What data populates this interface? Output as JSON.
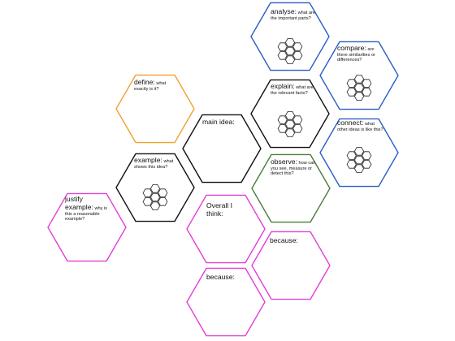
{
  "colors": {
    "blue": "#2b5ec5",
    "orange": "#f0a22e",
    "black": "#111111",
    "green": "#4a7d3a",
    "magenta": "#e43fd6"
  },
  "hexagons": [
    {
      "id": "analyse",
      "color": "blue",
      "icon": "honeycomb-icon",
      "title": "analyse:",
      "prompt": "what are the important parts?"
    },
    {
      "id": "compare",
      "color": "blue",
      "icon": "honeycomb-icon",
      "title": "compare:",
      "prompt": "are there similarities or differences?"
    },
    {
      "id": "explain",
      "color": "black",
      "icon": "honeycomb-icon",
      "title": "explain:",
      "prompt": "what are the relevant facts?"
    },
    {
      "id": "connect",
      "color": "blue",
      "icon": "honeycomb-icon",
      "title": "connect:",
      "prompt": "what other ideas is like this?"
    },
    {
      "id": "define",
      "color": "orange",
      "icon": "",
      "title": "define:",
      "prompt": "what exactly is it?"
    },
    {
      "id": "main",
      "color": "black",
      "icon": "",
      "title": "main idea:",
      "prompt": ""
    },
    {
      "id": "observe",
      "color": "green",
      "icon": "",
      "title": "observe:",
      "prompt": "how can you see, measure or detect this?"
    },
    {
      "id": "example",
      "color": "black",
      "icon": "honeycomb-icon",
      "title": "example:",
      "prompt": "what shows this idea?"
    },
    {
      "id": "justify",
      "color": "magenta",
      "icon": "",
      "title": "justify example:",
      "prompt": "why is this a reasonable example?"
    },
    {
      "id": "overall",
      "color": "magenta",
      "icon": "",
      "title": "Overall I think:",
      "prompt": ""
    },
    {
      "id": "because1",
      "color": "magenta",
      "icon": "",
      "title": "because:",
      "prompt": ""
    },
    {
      "id": "because2",
      "color": "magenta",
      "icon": "",
      "title": "because:",
      "prompt": ""
    }
  ]
}
